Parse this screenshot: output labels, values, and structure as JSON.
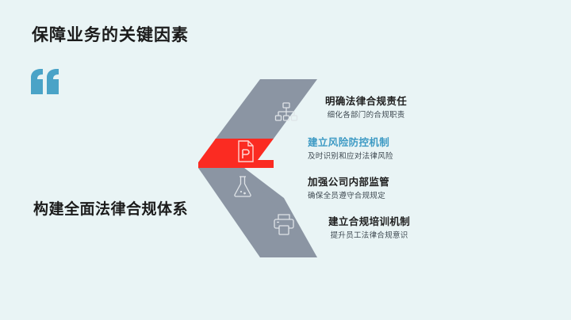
{
  "slide": {
    "title": "保障业务的关键因素",
    "subtitle": "构建全面法律合规体系",
    "quote_icon": "quote-mark-icon",
    "background_color": "#e9f4f5",
    "accent_color": "#3d9ac4",
    "highlight_color": "#fb2b22",
    "neutral_color": "#8b95a3"
  },
  "diagram": {
    "type": "chevron-process",
    "bands": [
      {
        "name": "band-1",
        "color": "#8b95a3",
        "icon": "hierarchy-icon"
      },
      {
        "name": "band-2",
        "color": "#fb2b22",
        "icon": "document-p-icon"
      },
      {
        "name": "band-3",
        "color": "#8b95a3",
        "icon": "flask-icon"
      },
      {
        "name": "band-4",
        "color": "#8b95a3",
        "icon": "printer-icon"
      }
    ]
  },
  "items": [
    {
      "title": "明确法律合规责任",
      "desc": "细化各部门的合规职责",
      "highlighted": false
    },
    {
      "title": "建立风险防控机制",
      "desc": "及时识别和应对法律风险",
      "highlighted": true
    },
    {
      "title": "加强公司内部监管",
      "desc": "确保全员遵守合规规定",
      "highlighted": false
    },
    {
      "title": "建立合规培训机制",
      "desc": "提升员工法律合规意识",
      "highlighted": false
    }
  ]
}
